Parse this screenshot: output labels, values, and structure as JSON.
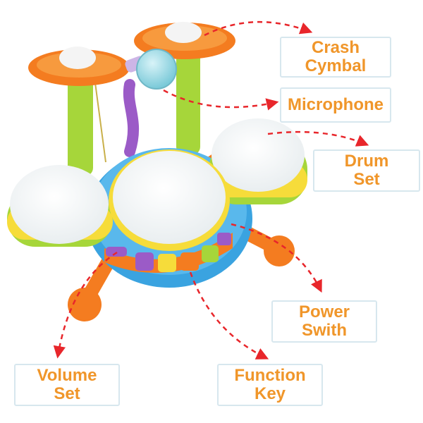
{
  "callouts": {
    "crash_cymbal": {
      "line1": "Crash",
      "line2": "Cymbal"
    },
    "microphone": {
      "line1": "Microphone"
    },
    "drum_set": {
      "line1": "Drum",
      "line2": "Set"
    },
    "power_switch": {
      "line1": "Power",
      "line2": "Swith"
    },
    "volume_set": {
      "line1": "Volume",
      "line2": "Set"
    },
    "function_key": {
      "line1": "Function",
      "line2": "Key"
    }
  },
  "colors": {
    "label_text": "#f0962a",
    "label_border": "#d7e7ee",
    "arrow": "#e8262b",
    "toy_blue": "#3aa3e0",
    "toy_orange": "#f47c20",
    "toy_green": "#a6d63a",
    "toy_yellow": "#f6dc3a",
    "toy_purple": "#9b5bc7"
  },
  "icons": [
    "drum-set-toy-illustration",
    "dashed-arrow"
  ]
}
